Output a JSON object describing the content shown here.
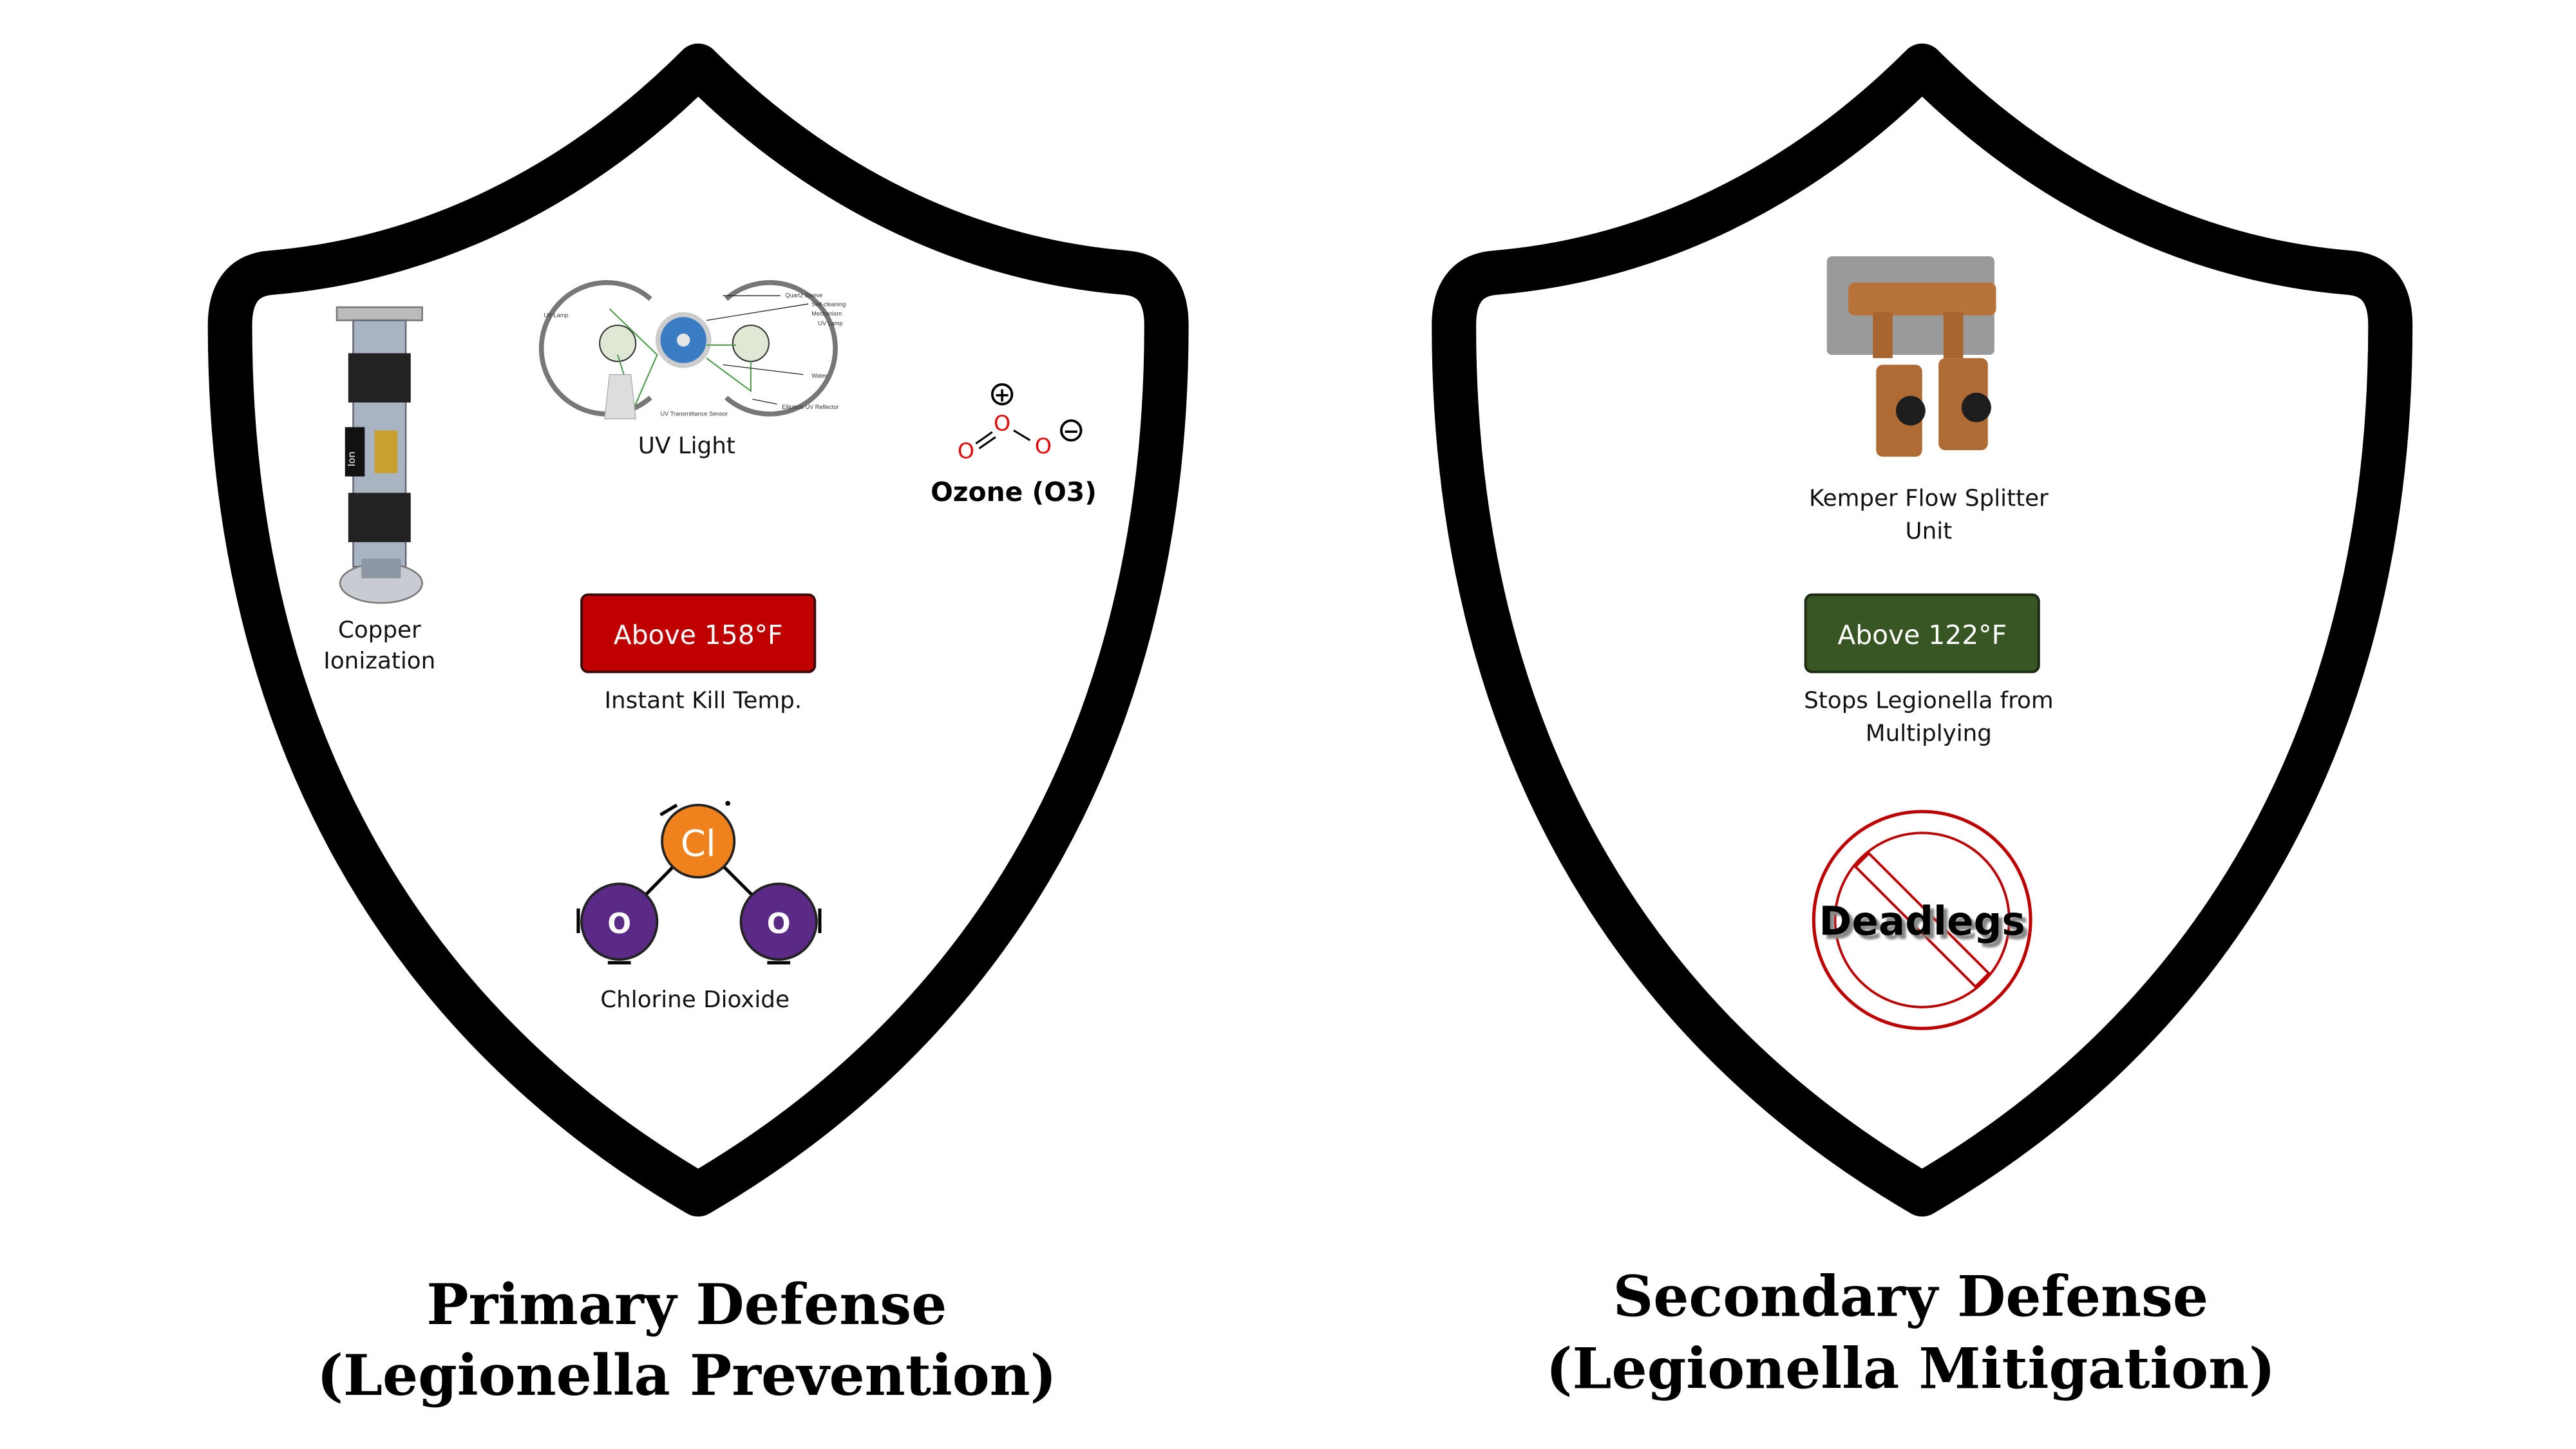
{
  "primary": {
    "title_line1": "Primary Defense",
    "title_line2": "(Legionella Prevention)",
    "copper": {
      "line1": "Copper",
      "line2": "Ionization",
      "device_label": "Ion"
    },
    "uv": {
      "label": "UV Light",
      "diagram_labels": [
        "UV Lamp",
        "Quartz Sleeve",
        "Self-cleaning",
        "Mechanism",
        "UV Lamp",
        "Water",
        "UV Transmittance Sensor",
        "Elliptical UV Reflector"
      ]
    },
    "ozone": {
      "label": "Ozone (O3)",
      "atom": "O",
      "plus": "+",
      "minus": "−"
    },
    "temp_box": {
      "label": "Above 158°F",
      "caption": "Instant Kill Temp.",
      "color": "#c00000"
    },
    "chlorine": {
      "label": "Chlorine Dioxide",
      "cl": "Cl",
      "o": "O",
      "cl_color": "#f0821e",
      "o_color": "#5b2a86"
    }
  },
  "secondary": {
    "title_line1": "Secondary Defense",
    "title_line2": "(Legionella Mitigation)",
    "kemper": {
      "line1": "Kemper Flow Splitter",
      "line2": "Unit"
    },
    "temp_box": {
      "label": "Above 122°F",
      "caption_line1": "Stops Legionella from",
      "caption_line2": "Multiplying",
      "color": "#375623"
    },
    "deadlegs": {
      "label": "Deadlegs",
      "color": "#c00000"
    }
  }
}
